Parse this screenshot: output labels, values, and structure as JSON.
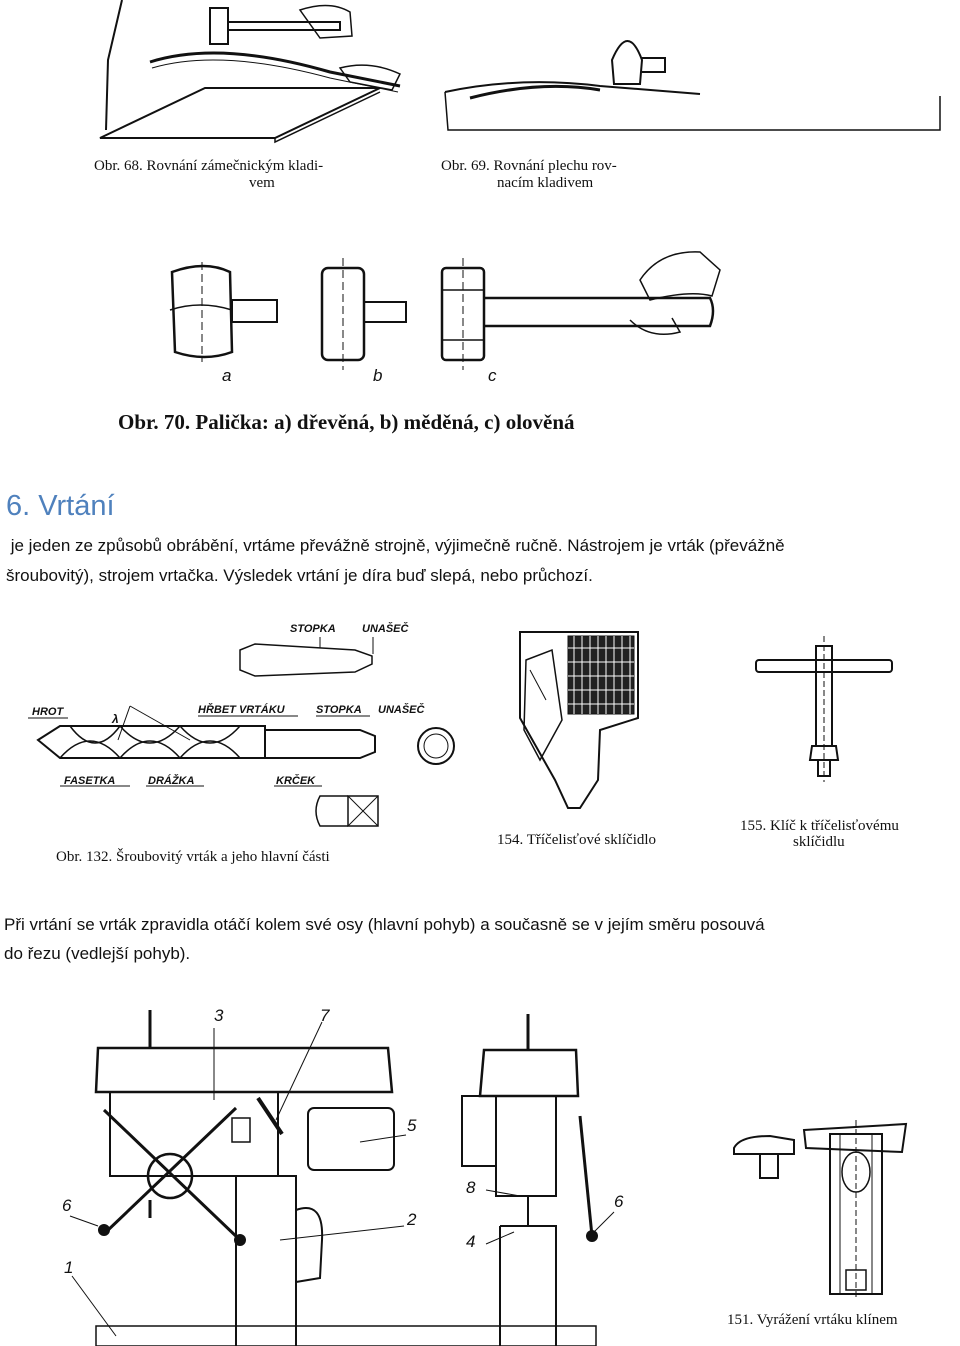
{
  "captions": {
    "obr68_line1": "Obr. 68. Rovnání zámečnickým kladi-",
    "obr68_line2": "vem",
    "obr69_line1": "Obr. 69. Rovnání plechu rov-",
    "obr69_line2": "nacím kladivem",
    "obr70": "Obr. 70. Palička: a) dřevěná, b) měděná, c) olověná",
    "obr132": "Obr. 132. Šroubovitý vrták a jeho hlavní části",
    "obr154": "154. Tříčelisťové sklíčidlo",
    "obr155_line1": "155. Klíč k tříčelisťovému",
    "obr155_line2": "sklíčidlu",
    "obr151": "151. Vyrážení vrtáku klínem"
  },
  "mallet_labels": [
    "a",
    "b",
    "c"
  ],
  "drill_labels": {
    "stopka_top": "STOPKA",
    "unasec_top": "UNAŠEČ",
    "hrot": "HROT",
    "hrbet": "HŘBET VRTÁKU",
    "stopka": "STOPKA",
    "unasec": "UNAŠEČ",
    "lambda": "λ",
    "fasetka": "FASETKA",
    "drazka": "DRÁŽKA",
    "krcek": "KRČEK"
  },
  "section": {
    "heading": "6. Vrtání",
    "para1_line1": " je jeden ze způsobů obrábění, vrtáme převážně strojně, výjimečně ručně. Nástrojem je vrták (převážně",
    "para1_line2": "šroubovitý), strojem vrtačka. Výsledek vrtání je díra buď slepá, nebo průchozí.",
    "para2_line1": "Při vrtání se vrták zpravidla otáčí kolem své osy (hlavní pohyb) a současně se v jejím směru posouvá",
    "para2_line2": "do řezu (vedlejší pohyb)."
  },
  "machine_labels": {
    "n3": "3",
    "n7": "7",
    "n5": "5",
    "n6a": "6",
    "n2": "2",
    "n1": "1",
    "n8": "8",
    "n4": "4",
    "n6b": "6"
  }
}
